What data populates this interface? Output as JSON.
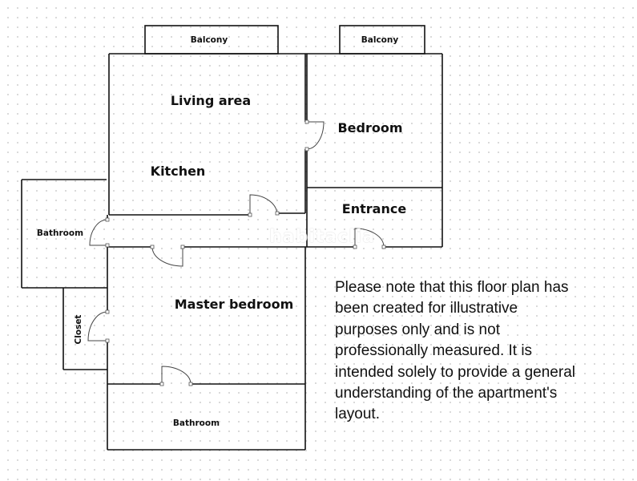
{
  "floor_plan": {
    "rooms": {
      "balcony_left": "Balcony",
      "balcony_right": "Balcony",
      "living_area": "Living area",
      "kitchen": "Kitchen",
      "bedroom": "Bedroom",
      "entrance": "Entrance",
      "bathroom_left": "Bathroom",
      "master_bedroom": "Master bedroom",
      "closet": "Closet",
      "bathroom_bottom": "Bathroom"
    },
    "watermark": "habitaclia",
    "note": "Please note that this floor plan has been created for illustrative purposes only and is not professionally measured. It is intended solely to provide a general understanding of the apartment's layout."
  }
}
